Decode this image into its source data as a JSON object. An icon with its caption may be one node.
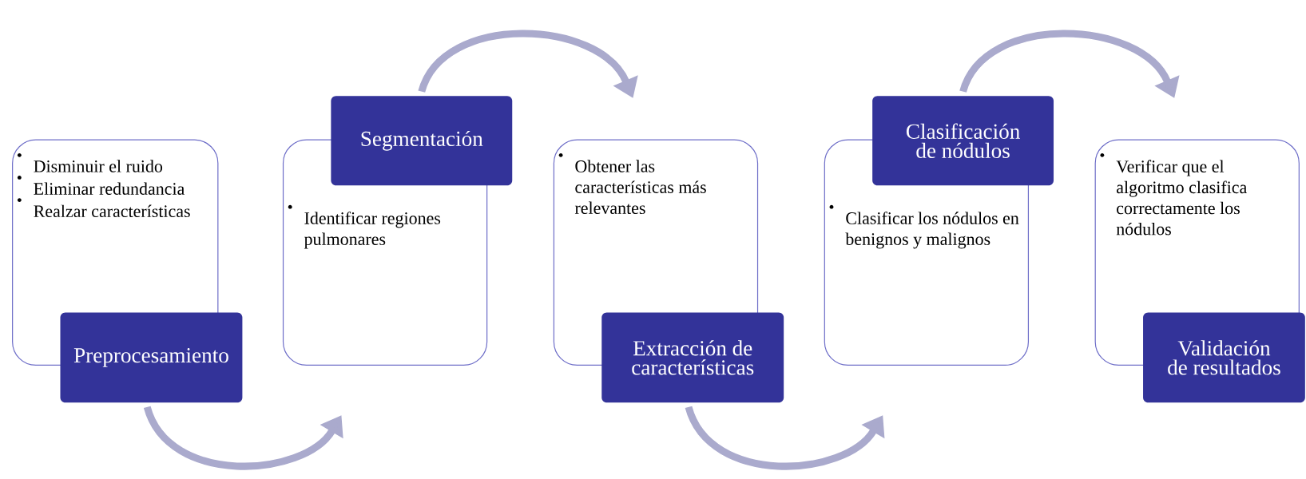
{
  "diagram": {
    "nodes": [
      {
        "text": [
          "Disminuir el ruido",
          "Eliminar redundancia",
          "Realzar características"
        ]
      },
      {
        "text": [
          "Preprocesamiento"
        ]
      },
      {
        "text": [
          "Segmentación"
        ]
      },
      {
        "text": [
          "Identificar regiones pulmonares"
        ]
      },
      {
        "text": [
          "Obtener las características más relevantes"
        ]
      },
      {
        "text": [
          "Extracción de características"
        ]
      },
      {
        "text": [
          "Clasificación de nódulos"
        ]
      },
      {
        "text": [
          "Clasificar los nódulos en benignos y malignos"
        ]
      },
      {
        "text": [
          "Verificar que el algoritmo clasifica correctamente los nódulos"
        ]
      },
      {
        "text": [
          "Validación de resultados"
        ]
      }
    ],
    "edges": [
      {
        "from": 1,
        "to": 3,
        "arrow": "to"
      },
      {
        "from": 2,
        "to": 4,
        "arrow": "to"
      },
      {
        "from": 5,
        "to": 7,
        "arrow": "to"
      },
      {
        "from": 6,
        "to": 8,
        "arrow": "to"
      }
    ]
  }
}
